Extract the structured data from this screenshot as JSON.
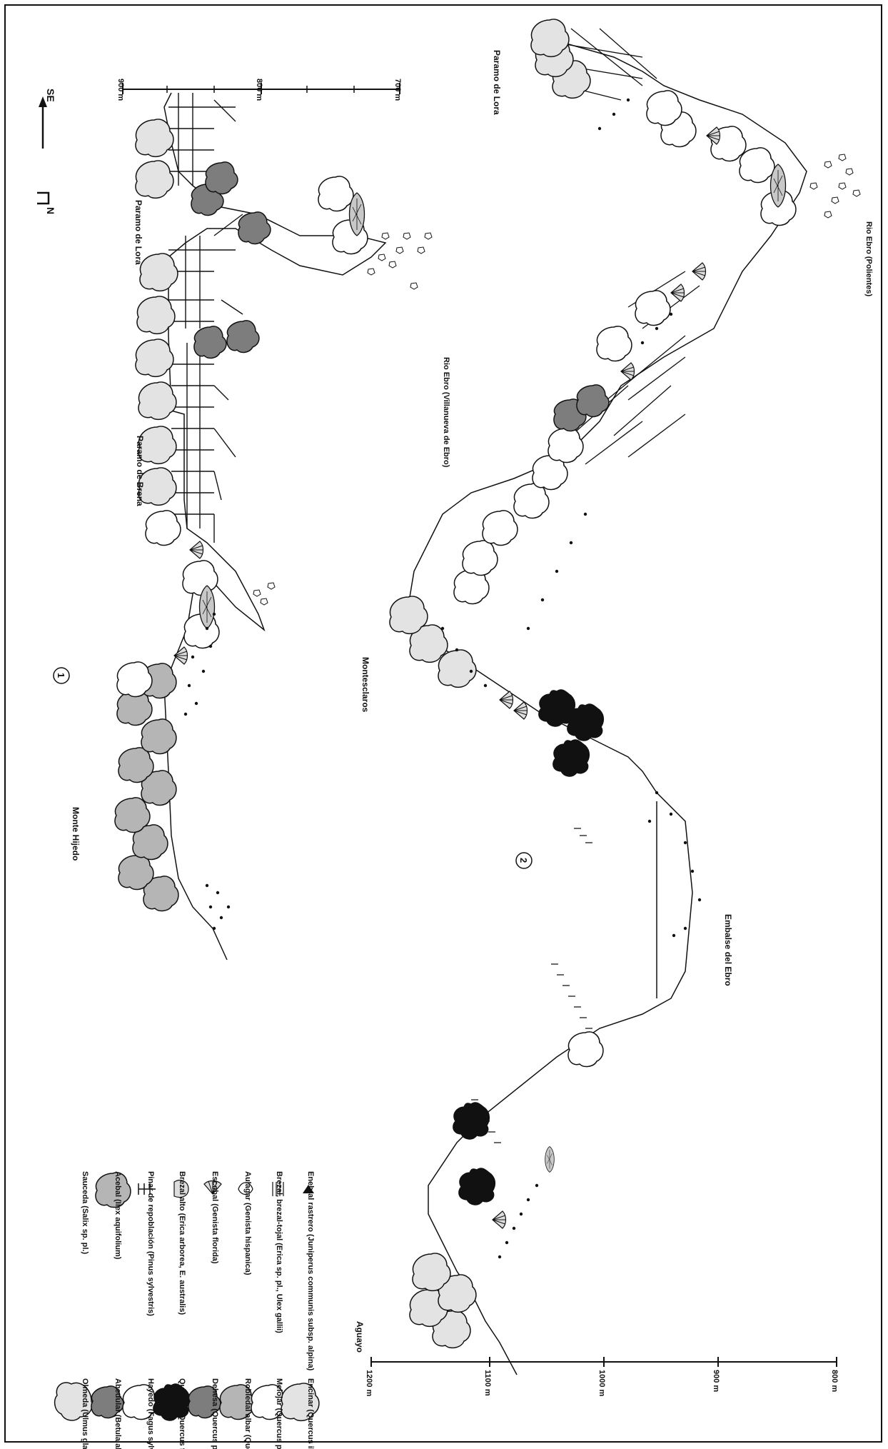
{
  "figure_markers": {
    "profile1": "1",
    "profile2": "2"
  },
  "compass": {
    "north": "N",
    "south_east": "SE"
  },
  "profile1": {
    "scale_ticks": [
      "900 m",
      "800 m",
      "700 m"
    ],
    "places": {
      "monte_hijedo": "Monte Hijedo",
      "paramo_brena": "Paramo de Brena",
      "paramo_lora": "Paramo de Lora",
      "rio_ebro": "Rio Ebro (Villanueva de Ebro)"
    }
  },
  "profile2": {
    "scale_ticks": [
      "1200 m",
      "1100 m",
      "1000 m",
      "900 m",
      "800 m"
    ],
    "places": {
      "aguayo": "Aguayo",
      "montesclaros": "Montesclaros",
      "embalse_ebro": "Embalse del Ebro",
      "rio_ebro": "Rio Ebro (Polientes)",
      "paramo_lora": "Paramo de Lora"
    }
  },
  "legend": {
    "col1": [
      {
        "label": "Olmeda (Ulmus glabra sp)",
        "icon": "elm-tree"
      },
      {
        "label": "Abedular (Betula alba)",
        "icon": "birch-tree"
      },
      {
        "label": "Hayedo (Fagus sylvatica)",
        "icon": "beech-tree"
      },
      {
        "label": "Quejigal (Quercus faginea)",
        "icon": "gall-oak-tree"
      },
      {
        "label": "Dehesa (Quercus pyrenaica)",
        "icon": "pyrenean-oak-tree"
      },
      {
        "label": "Robledal albar (Quercus petraea)",
        "icon": "sessile-oak-tree"
      },
      {
        "label": "Melojar (Quercus pyrenaica)",
        "icon": "melojo-oak-tree"
      },
      {
        "label": "Encinar (Quercus ilex)",
        "icon": "holm-oak-tree"
      }
    ],
    "col2": [
      {
        "label": "Sauceda (Salix sp. pl.)",
        "icon": "willow-shrub"
      },
      {
        "label": "Acebal (Ilex aquifolium)",
        "icon": "holly-tree"
      },
      {
        "label": "Pinar de repoblación (Pinus sylvestris)",
        "icon": "pine-plantation"
      },
      {
        "label": "Brezal alto (Erica arborea, E. australis)",
        "icon": "tall-heath"
      },
      {
        "label": "Escobal (Genista florida)",
        "icon": "broom-shrub"
      },
      {
        "label": "Aulagar (Genista hispanica)",
        "icon": "gorse-shrub"
      },
      {
        "label": "Brezal, brezal-tojal (Erica sp. pl., Ulex gallii)",
        "icon": "heath-hatch"
      },
      {
        "label": "Enebral rastrero (Juniperus communis subsp. alpina)",
        "icon": "juniper-creeping"
      }
    ]
  },
  "colors": {
    "light_grey": "#e3e3e3",
    "mid_grey": "#b5b5b5",
    "dark_grey": "#7d7d7d",
    "black": "#111111",
    "white": "#ffffff"
  }
}
